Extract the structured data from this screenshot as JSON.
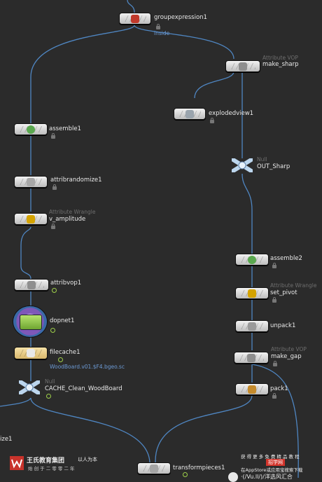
{
  "nodes": {
    "groupexpression": {
      "name": "groupexpression1"
    },
    "make_sharp": {
      "type": "Attribute VOP",
      "name": "make_sharp"
    },
    "explodedview": {
      "name": "explodedview1"
    },
    "assemble1": {
      "name": "assemble1"
    },
    "out_sharp": {
      "type": "Null",
      "name": "OUT_Sharp"
    },
    "attribrandomize": {
      "name": "attribrandomize1"
    },
    "v_amplitude": {
      "type": "Attribute Wrangle",
      "name": "v_amplitude"
    },
    "assemble2": {
      "name": "assemble2"
    },
    "attribvop": {
      "name": "attribvop1"
    },
    "set_pivot": {
      "type": "Attribute Wrangle",
      "name": "set_pivot"
    },
    "dopnet": {
      "name": "dopnet1"
    },
    "unpack": {
      "name": "unpack1"
    },
    "filecache": {
      "name": "filecache1",
      "file": "WoodBoard.v01.$F4.bgeo.sc"
    },
    "make_gap": {
      "type": "Attribute VOP",
      "name": "make_gap"
    },
    "cache_clean": {
      "type": "Null",
      "name": "CACHE_Clean_WoodBoard"
    },
    "pack": {
      "name": "pack1"
    },
    "transformpieces": {
      "name": "transformpieces1"
    }
  },
  "wire_labels": {
    "inside": "inside"
  },
  "edge_labels": {
    "left_cut": "ize1"
  },
  "watermark_left": {
    "company": "王氏教育集团",
    "slogan": "以人为本",
    "sub": "始 创 于 二 零 零 二 年"
  },
  "watermark_right": {
    "line1": "获 得 更 多 免 费 精 品 教 程",
    "badge": "招学网",
    "line2": "在AppStore或应用宝搜索下载"
  },
  "watermark_bottom": "·(/Vu.ll/)/洋选风汇合",
  "colors": {
    "background": "#2b2b2b",
    "wire": "#4f86c2",
    "label": "#eaeaea",
    "type_label": "#6e6e6e",
    "blue_text": "#6d9bd6"
  }
}
